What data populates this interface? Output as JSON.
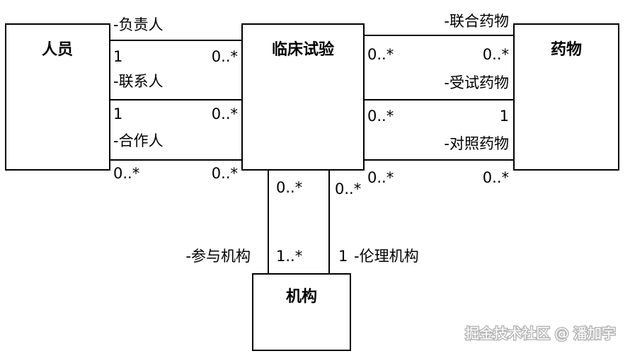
{
  "classes": {
    "person": "人员",
    "trial": "临床试验",
    "drug": "药物",
    "org": "机构"
  },
  "associations": {
    "responsible": {
      "role": "-负责人",
      "left": "1",
      "right": "0..*"
    },
    "contact": {
      "role": "-联系人",
      "left": "1",
      "right": "0..*"
    },
    "cooperator": {
      "role": "-合作人",
      "left": "0..*",
      "right": "0..*"
    },
    "combined_drug": {
      "role": "-联合药物",
      "left": "0..*",
      "right": "0..*"
    },
    "test_drug": {
      "role": "-受试药物",
      "left": "0..*",
      "right": "1"
    },
    "control_drug": {
      "role": "-对照药物",
      "left": "0..*",
      "right": "0..*"
    },
    "participating_org": {
      "role": "-参与机构",
      "top": "0..*",
      "bottom": "1..*"
    },
    "ethics_org": {
      "role": "-伦理机构",
      "top": "0..*",
      "bottom": "1"
    }
  },
  "watermark": "掘金技术社区 @ 潘加宇"
}
